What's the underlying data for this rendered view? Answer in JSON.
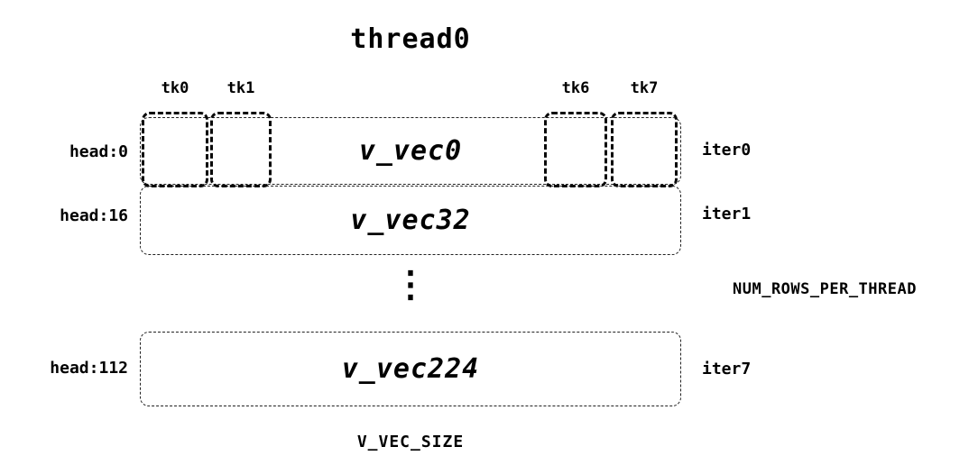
{
  "diagram": {
    "title": "thread0",
    "tk_labels": [
      "tk0",
      "tk1",
      "tk6",
      "tk7"
    ],
    "rows": [
      {
        "head": "head:0",
        "vec": "v_vec0",
        "iter": "iter0"
      },
      {
        "head": "head:16",
        "vec": "v_vec32",
        "iter": "iter1"
      },
      {
        "head": "head:112",
        "vec": "v_vec224",
        "iter": "iter7"
      }
    ],
    "ellipsis": "⋮",
    "right_label": "NUM_ROWS_PER_THREAD",
    "bottom_label": "V_VEC_SIZE",
    "colors": {
      "background": "#ffffff",
      "line": "#000000",
      "text": "#000000"
    }
  }
}
